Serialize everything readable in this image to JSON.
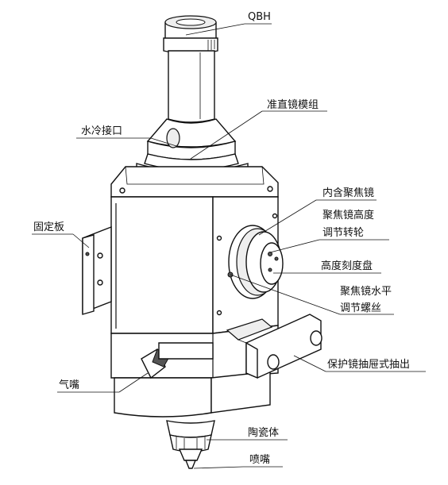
{
  "labels": {
    "qbh": "QBH",
    "collimator": "准直镜模组",
    "water_inlet": "水冷接口",
    "focus_inside": "内含聚焦镜",
    "focus_height_1": "聚焦镜高度",
    "focus_height_2": "调节转轮",
    "fixing_plate": "固定板",
    "height_dial": "高度刻度盘",
    "focus_horiz_1": "聚焦镜水平",
    "focus_horiz_2": "调节螺丝",
    "protect_drawer": "保护镜抽屉式抽出",
    "gas_nozzle": "气嘴",
    "ceramic_body": "陶瓷体",
    "nozzle": "喷嘴"
  }
}
